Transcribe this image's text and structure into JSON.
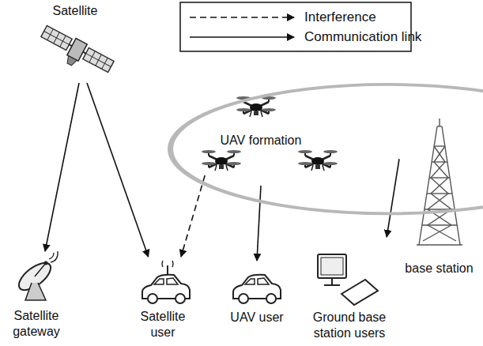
{
  "diagram": {
    "nodes": [
      {
        "text": [
          "Satellite"
        ]
      },
      {
        "text": [
          "UAV formation"
        ]
      },
      {
        "text": [
          "Satellite gateway"
        ]
      },
      {
        "text": [
          "Satellite user"
        ]
      },
      {
        "text": [
          "UAV user"
        ]
      },
      {
        "text": [
          "Ground base station users"
        ]
      },
      {
        "text": [
          "base station"
        ]
      }
    ],
    "edges": [
      {
        "from": 0,
        "to": 2,
        "arrow": "to"
      },
      {
        "from": 0,
        "to": 3,
        "arrow": "to"
      },
      {
        "from": 1,
        "to": 3,
        "arrow": "to"
      },
      {
        "from": 1,
        "to": 4,
        "arrow": "to"
      },
      {
        "from": 6,
        "to": 5,
        "arrow": "to"
      }
    ],
    "legend": [
      {
        "text": "Interference"
      },
      {
        "text": "Communication link"
      }
    ]
  }
}
